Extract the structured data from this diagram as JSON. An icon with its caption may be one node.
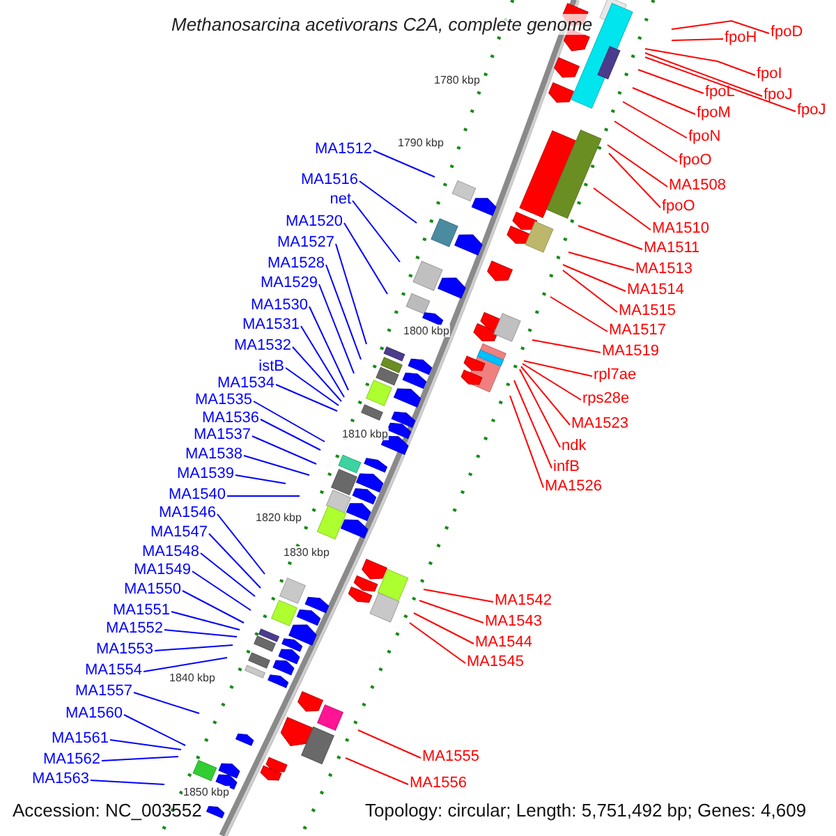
{
  "diagram": {
    "title": "Methanosarcina acetivorans C2A, complete genome",
    "nodes": [
      {
        "text": [
          "MA1512"
        ]
      },
      {
        "text": [
          "MA1516"
        ]
      },
      {
        "text": [
          "net"
        ]
      },
      {
        "text": [
          "MA1520"
        ]
      },
      {
        "text": [
          "MA1527"
        ]
      },
      {
        "text": [
          "MA1528"
        ]
      },
      {
        "text": [
          "MA1529"
        ]
      },
      {
        "text": [
          "MA1530"
        ]
      },
      {
        "text": [
          "MA1531"
        ]
      },
      {
        "text": [
          "MA1532"
        ]
      },
      {
        "text": [
          "istB"
        ]
      },
      {
        "text": [
          "MA1534"
        ]
      },
      {
        "text": [
          "MA1535"
        ]
      },
      {
        "text": [
          "MA1536"
        ]
      },
      {
        "text": [
          "MA1537"
        ]
      },
      {
        "text": [
          "MA1538"
        ]
      },
      {
        "text": [
          "MA1539"
        ]
      },
      {
        "text": [
          "MA1540"
        ]
      },
      {
        "text": [
          "MA1546"
        ]
      },
      {
        "text": [
          "MA1547"
        ]
      },
      {
        "text": [
          "MA1548"
        ]
      },
      {
        "text": [
          "MA1549"
        ]
      },
      {
        "text": [
          "MA1550"
        ]
      },
      {
        "text": [
          "MA1551"
        ]
      },
      {
        "text": [
          "MA1552"
        ]
      },
      {
        "text": [
          "MA1553"
        ]
      },
      {
        "text": [
          "MA1554"
        ]
      },
      {
        "text": [
          "MA1557"
        ]
      },
      {
        "text": [
          "MA1560"
        ]
      },
      {
        "text": [
          "MA1561"
        ]
      },
      {
        "text": [
          "MA1562"
        ]
      },
      {
        "text": [
          "MA1563"
        ]
      },
      {
        "text": [
          "fpoD"
        ]
      },
      {
        "text": [
          "fpoH"
        ]
      },
      {
        "text": [
          "fpoI"
        ]
      },
      {
        "text": [
          "fpoJ"
        ]
      },
      {
        "text": [
          "fpoJ"
        ]
      },
      {
        "text": [
          "fpoL"
        ]
      },
      {
        "text": [
          "fpoM"
        ]
      },
      {
        "text": [
          "fpoN"
        ]
      },
      {
        "text": [
          "fpoO"
        ]
      },
      {
        "text": [
          "MA1508"
        ]
      },
      {
        "text": [
          "fpoO"
        ]
      },
      {
        "text": [
          "MA1510"
        ]
      },
      {
        "text": [
          "MA1511"
        ]
      },
      {
        "text": [
          "MA1513"
        ]
      },
      {
        "text": [
          "MA1514"
        ]
      },
      {
        "text": [
          "MA1515"
        ]
      },
      {
        "text": [
          "MA1517"
        ]
      },
      {
        "text": [
          "MA1519"
        ]
      },
      {
        "text": [
          "rpl7ae"
        ]
      },
      {
        "text": [
          "rps28e"
        ]
      },
      {
        "text": [
          "MA1523"
        ]
      },
      {
        "text": [
          "ndk"
        ]
      },
      {
        "text": [
          "infB"
        ]
      },
      {
        "text": [
          "MA1526"
        ]
      },
      {
        "text": [
          "MA1542"
        ]
      },
      {
        "text": [
          "MA1543"
        ]
      },
      {
        "text": [
          "MA1544"
        ]
      },
      {
        "text": [
          "MA1545"
        ]
      },
      {
        "text": [
          "MA1555"
        ]
      },
      {
        "text": [
          "MA1556"
        ]
      }
    ],
    "edges": [
      {
        "from": 0,
        "to": null,
        "arrow": "none"
      },
      {
        "from": 1,
        "to": null,
        "arrow": "none"
      },
      {
        "from": 2,
        "to": null,
        "arrow": "none"
      },
      {
        "from": 3,
        "to": null,
        "arrow": "none"
      },
      {
        "from": 4,
        "to": null,
        "arrow": "none"
      },
      {
        "from": 5,
        "to": null,
        "arrow": "none"
      },
      {
        "from": 6,
        "to": null,
        "arrow": "none"
      },
      {
        "from": 7,
        "to": null,
        "arrow": "none"
      },
      {
        "from": 8,
        "to": null,
        "arrow": "none"
      },
      {
        "from": 9,
        "to": null,
        "arrow": "none"
      },
      {
        "from": 10,
        "to": null,
        "arrow": "none"
      },
      {
        "from": 11,
        "to": null,
        "arrow": "none"
      },
      {
        "from": 12,
        "to": null,
        "arrow": "none"
      },
      {
        "from": 13,
        "to": null,
        "arrow": "none"
      },
      {
        "from": 14,
        "to": null,
        "arrow": "none"
      },
      {
        "from": 15,
        "to": null,
        "arrow": "none"
      },
      {
        "from": 16,
        "to": null,
        "arrow": "none"
      },
      {
        "from": 17,
        "to": null,
        "arrow": "none"
      },
      {
        "from": 18,
        "to": null,
        "arrow": "none"
      },
      {
        "from": 19,
        "to": null,
        "arrow": "none"
      },
      {
        "from": 20,
        "to": null,
        "arrow": "none"
      },
      {
        "from": 21,
        "to": null,
        "arrow": "none"
      },
      {
        "from": 22,
        "to": null,
        "arrow": "none"
      },
      {
        "from": 23,
        "to": null,
        "arrow": "none"
      },
      {
        "from": 24,
        "to": null,
        "arrow": "none"
      },
      {
        "from": 25,
        "to": null,
        "arrow": "none"
      },
      {
        "from": 26,
        "to": null,
        "arrow": "none"
      },
      {
        "from": 27,
        "to": null,
        "arrow": "none"
      },
      {
        "from": 28,
        "to": null,
        "arrow": "none"
      },
      {
        "from": 29,
        "to": null,
        "arrow": "none"
      },
      {
        "from": 30,
        "to": null,
        "arrow": "none"
      },
      {
        "from": 31,
        "to": null,
        "arrow": "none"
      },
      {
        "from": 32,
        "to": null,
        "arrow": "none",
        "color": "#ff0000"
      },
      {
        "from": 33,
        "to": null,
        "arrow": "none",
        "color": "#ff0000"
      },
      {
        "from": 34,
        "to": null,
        "arrow": "none",
        "color": "#ff0000"
      },
      {
        "from": 35,
        "to": null,
        "arrow": "none",
        "color": "#ff0000"
      },
      {
        "from": 36,
        "to": null,
        "arrow": "none",
        "color": "#ff0000"
      },
      {
        "from": 37,
        "to": null,
        "arrow": "none",
        "color": "#ff0000"
      },
      {
        "from": 38,
        "to": null,
        "arrow": "none",
        "color": "#ff0000"
      },
      {
        "from": 39,
        "to": null,
        "arrow": "none",
        "color": "#ff0000"
      },
      {
        "from": 40,
        "to": null,
        "arrow": "none",
        "color": "#ff0000"
      },
      {
        "from": 41,
        "to": null,
        "arrow": "none",
        "color": "#ff0000"
      },
      {
        "from": 42,
        "to": null,
        "arrow": "none",
        "color": "#ff0000"
      },
      {
        "from": 43,
        "to": null,
        "arrow": "none",
        "color": "#ff0000"
      },
      {
        "from": 44,
        "to": null,
        "arrow": "none",
        "color": "#ff0000"
      },
      {
        "from": 45,
        "to": null,
        "arrow": "none",
        "color": "#ff0000"
      },
      {
        "from": 46,
        "to": null,
        "arrow": "none",
        "color": "#ff0000"
      },
      {
        "from": 47,
        "to": null,
        "arrow": "none",
        "color": "#ff0000"
      },
      {
        "from": 48,
        "to": null,
        "arrow": "none",
        "color": "#ff0000"
      },
      {
        "from": 49,
        "to": null,
        "arrow": "none",
        "color": "#ff0000"
      },
      {
        "from": 50,
        "to": null,
        "arrow": "none",
        "color": "#ff0000"
      },
      {
        "from": 51,
        "to": null,
        "arrow": "none",
        "color": "#ff0000"
      },
      {
        "from": 52,
        "to": null,
        "arrow": "none",
        "color": "#ff0000"
      },
      {
        "from": 53,
        "to": null,
        "arrow": "none",
        "color": "#ff0000"
      },
      {
        "from": 54,
        "to": null,
        "arrow": "none",
        "color": "#ff0000"
      },
      {
        "from": 55,
        "to": null,
        "arrow": "none",
        "color": "#ff0000"
      },
      {
        "from": 56,
        "to": null,
        "arrow": "none",
        "color": "#ff0000"
      },
      {
        "from": 57,
        "to": null,
        "arrow": "none",
        "color": "#ff0000"
      },
      {
        "from": 58,
        "to": null,
        "arrow": "none",
        "color": "#ff0000"
      },
      {
        "from": 59,
        "to": null,
        "arrow": "none",
        "color": "#ff0000"
      },
      {
        "from": 60,
        "to": null,
        "arrow": "none",
        "color": "#ff0000"
      },
      {
        "from": 61,
        "to": null,
        "arrow": "none",
        "color": "#ff0000"
      }
    ],
    "labels": [
      "1780 kbp",
      "1790 kbp",
      "1800 kbp",
      "1810 kbp",
      "1820 kbp",
      "1830 kbp",
      "1840 kbp",
      "1850 kbp",
      "Accession: NC_003552",
      "Topology: circular; Length: 5,751,492 bp; Genes: 4,609"
    ]
  }
}
